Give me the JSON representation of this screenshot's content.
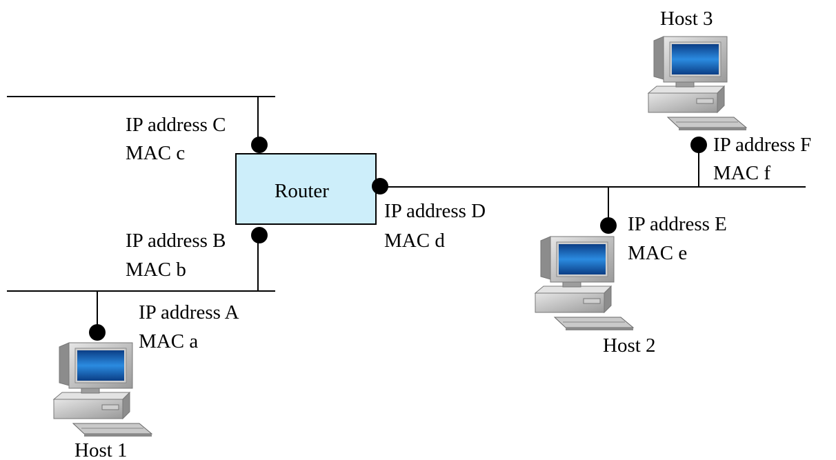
{
  "router": {
    "label": "Router"
  },
  "interfaces": {
    "c": {
      "ip": "IP address C",
      "mac": "MAC c"
    },
    "b": {
      "ip": "IP address B",
      "mac": "MAC b"
    },
    "d": {
      "ip": "IP address D",
      "mac": "MAC d"
    },
    "a": {
      "ip": "IP address A",
      "mac": "MAC a"
    },
    "e": {
      "ip": "IP address E",
      "mac": "MAC e"
    },
    "f": {
      "ip": "IP address F",
      "mac": "MAC f"
    }
  },
  "hosts": {
    "host1": {
      "label": "Host 1"
    },
    "host2": {
      "label": "Host 2"
    },
    "host3": {
      "label": "Host 3"
    }
  },
  "colors": {
    "router_fill": "#cdeefa",
    "screen": "#1a73c9",
    "computer_body": "#bdbdbd"
  },
  "icons": {
    "host": "desktop-computer-icon",
    "port": "interface-dot-icon"
  }
}
